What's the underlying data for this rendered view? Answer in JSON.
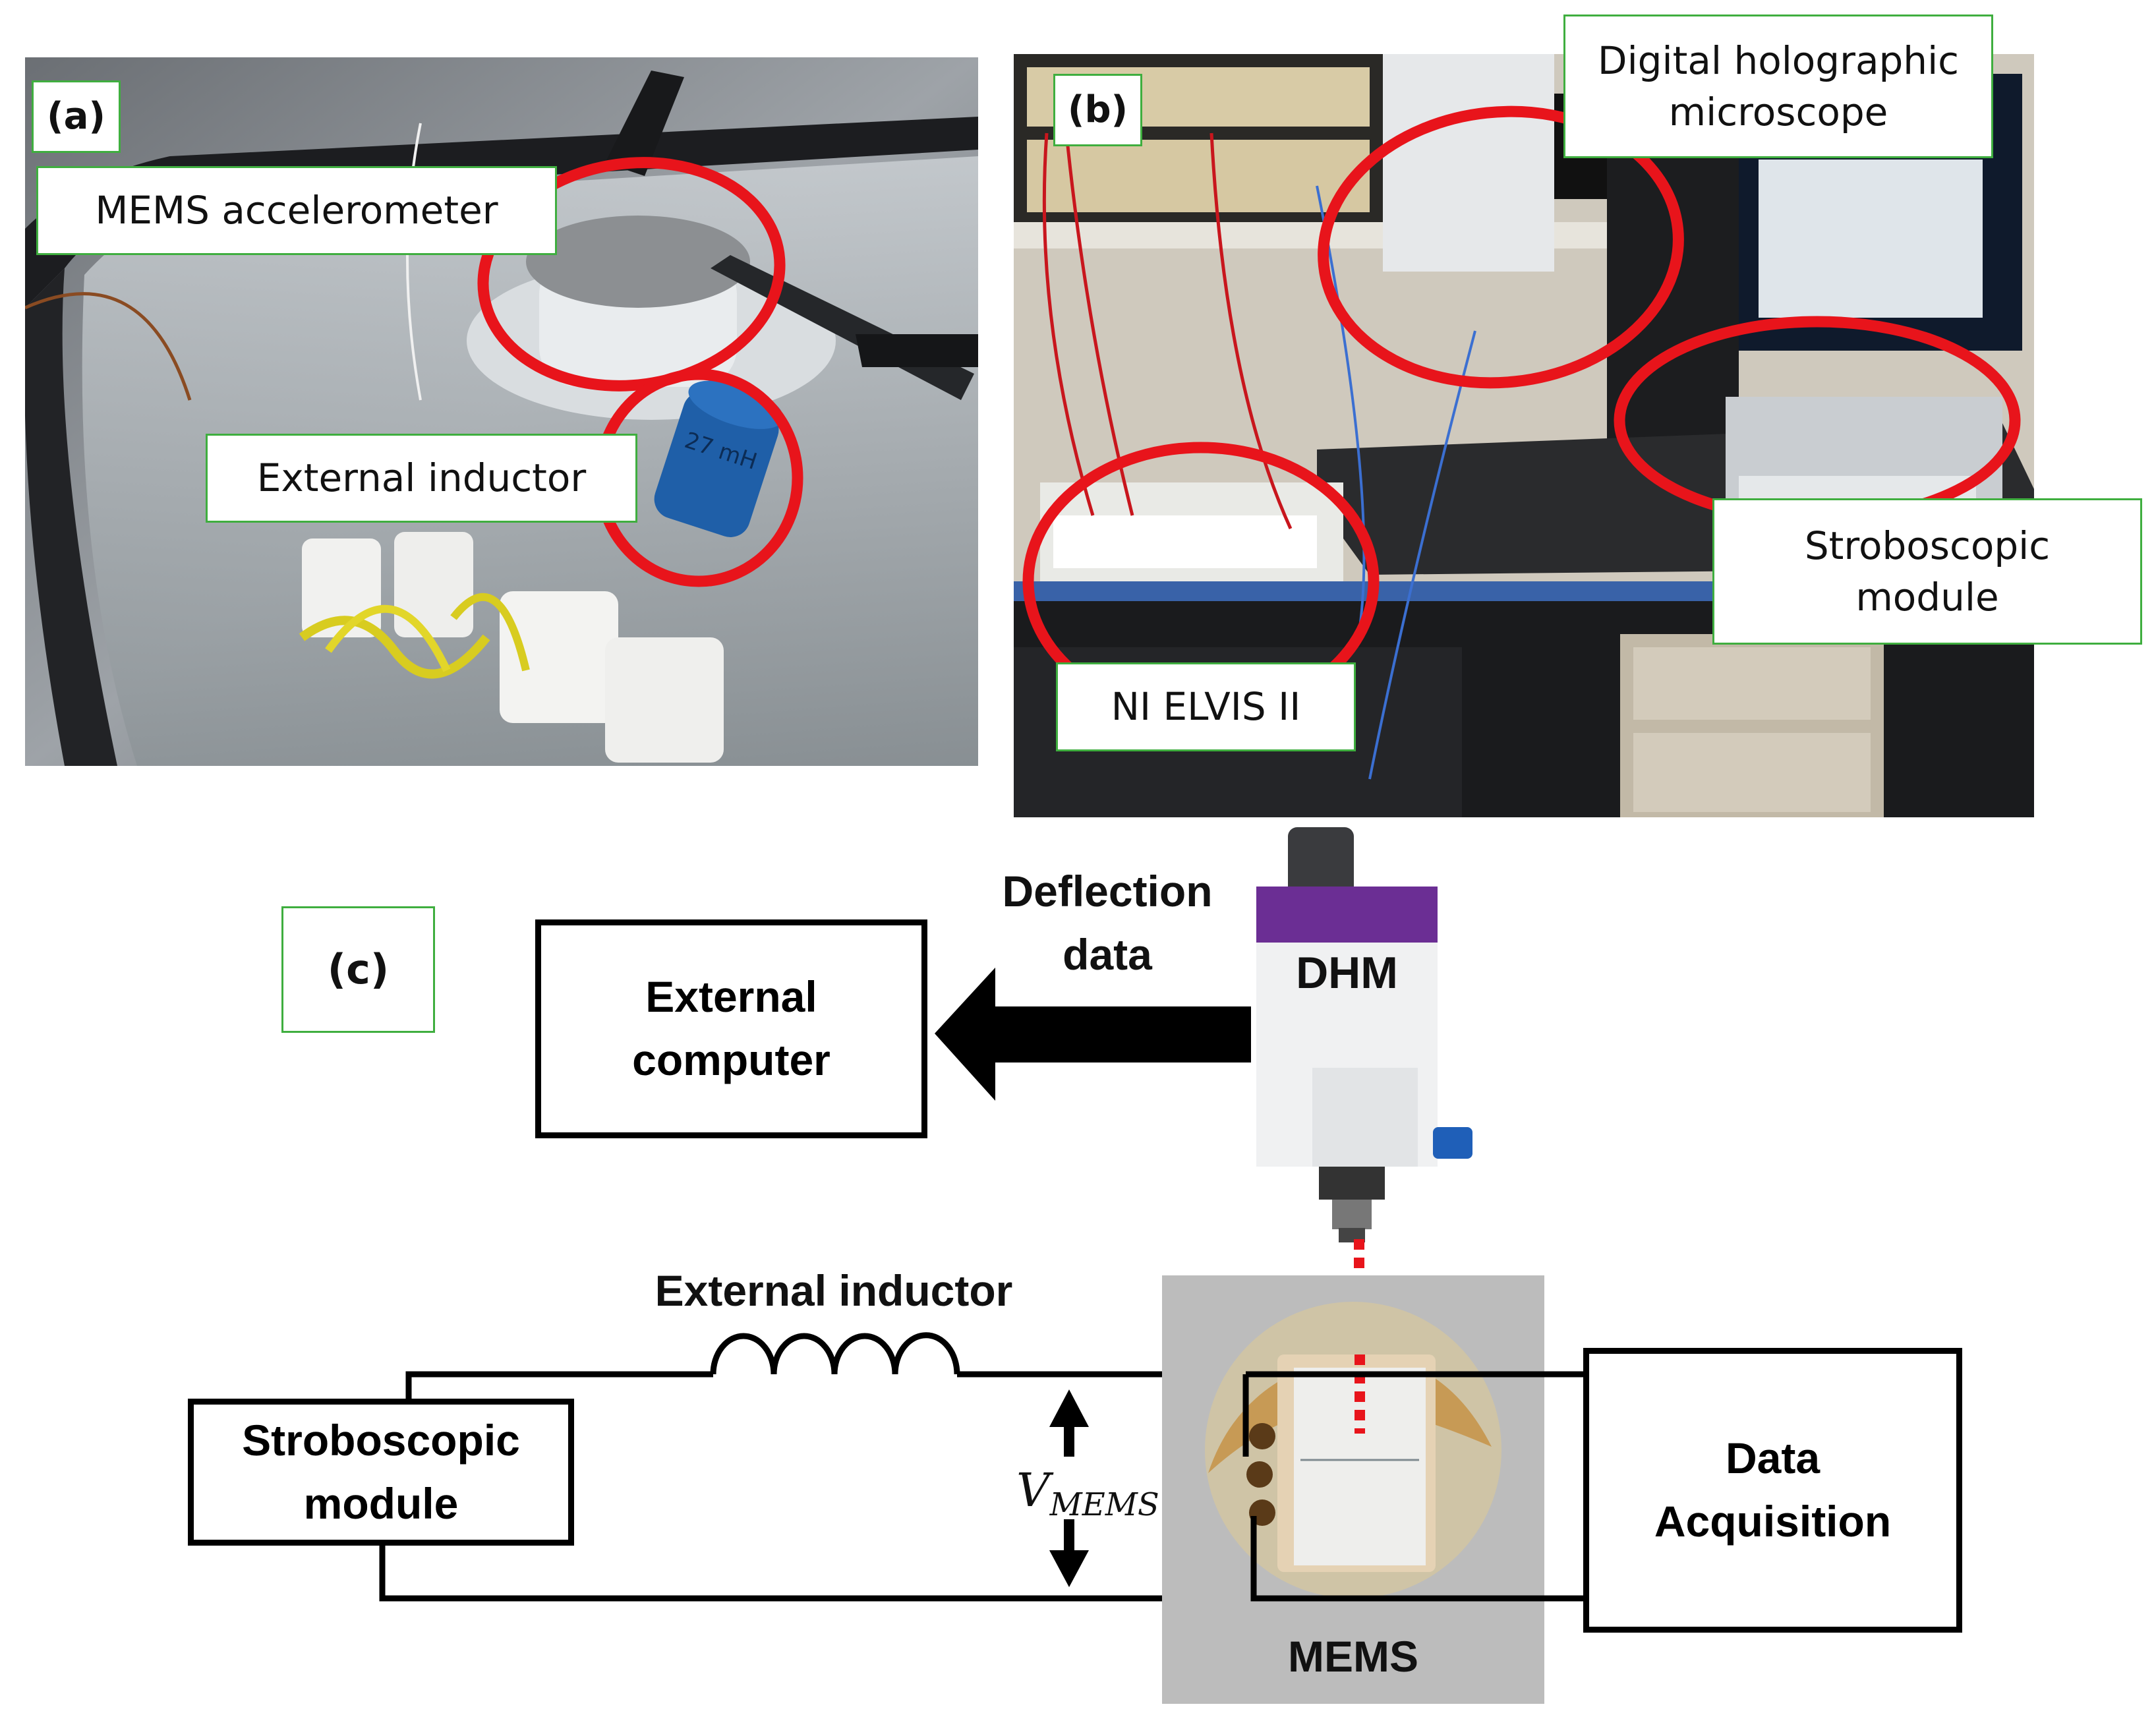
{
  "panel_a": {
    "tag": "(a)",
    "labels": {
      "mems_accelerometer": "MEMS accelerometer",
      "external_inductor": "External inductor"
    },
    "inductor_text": "27 mH"
  },
  "panel_b": {
    "tag": "(b)",
    "labels": {
      "dhm_line1": "Digital holographic",
      "dhm_line2": "microscope",
      "strobe_line1": "Stroboscopic",
      "strobe_line2": "module",
      "ni_elvis": "NI ELVIS II"
    }
  },
  "panel_c": {
    "tag": "(c)",
    "external_computer_line1": "External",
    "external_computer_line2": "computer",
    "deflection_line1": "Deflection",
    "deflection_line2": "data",
    "dhm": "DHM",
    "external_inductor": "External inductor",
    "stroboscopic_line1": "Stroboscopic",
    "stroboscopic_line2": "module",
    "v_symbol": "V",
    "v_subscript": "MEMS",
    "data_acq_line1": "Data",
    "data_acq_line2": "Acquisition",
    "mems": "MEMS"
  },
  "colors": {
    "highlight_ring": "#e8141b",
    "label_border": "#3fae3f",
    "laser_dot": "#e8141b"
  }
}
